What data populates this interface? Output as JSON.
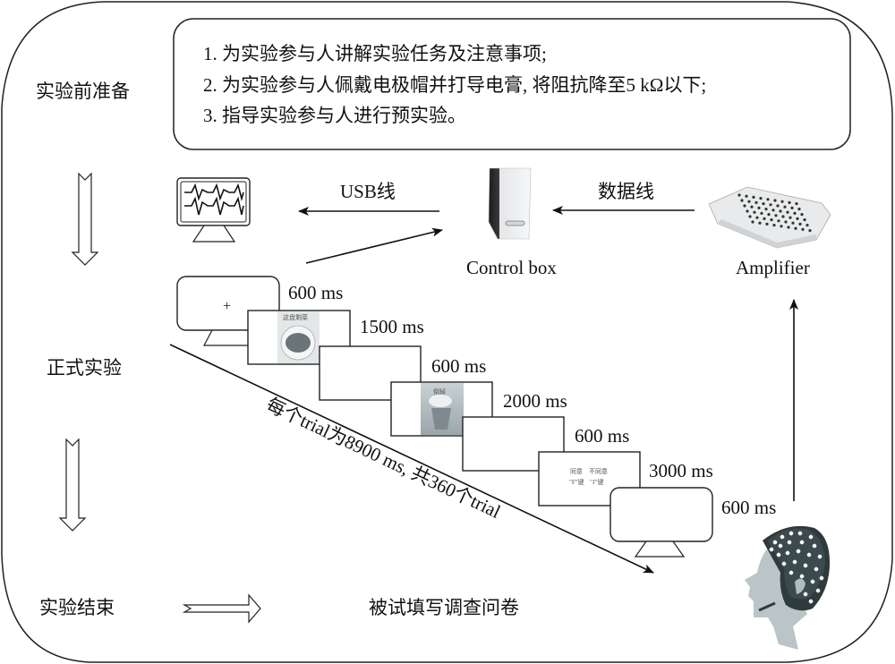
{
  "stages": {
    "prep": "实验前准备",
    "formal": "正式实验",
    "end": "实验结束"
  },
  "prep_steps": [
    "1. 为实验参与人讲解实验任务及注意事项;",
    "2. 为实验参与人佩戴电极帽并打导电膏, 将阻抗降至5 kΩ以下;",
    "3. 指导实验参与人进行预实验。"
  ],
  "devices": {
    "monitor": "monitor-icon",
    "control_box": "Control box",
    "amplifier": "Amplifier",
    "eeg_cap": "eeg-cap-head-icon"
  },
  "connections": {
    "usb": "USB线",
    "data": "数据线"
  },
  "trial_screens": [
    {
      "kind": "fixation",
      "content": "+",
      "duration": "600 ms"
    },
    {
      "kind": "image",
      "caption": "这盘剩菜",
      "duration": "1500 ms"
    },
    {
      "kind": "blank",
      "duration": "600 ms"
    },
    {
      "kind": "image",
      "caption": "倒掉",
      "duration": "2000 ms"
    },
    {
      "kind": "blank",
      "duration": "600 ms"
    },
    {
      "kind": "response",
      "options": [
        "同意",
        "不同意"
      ],
      "keys": [
        "\"F\"键",
        "\"J\"键"
      ],
      "duration": "3000 ms"
    },
    {
      "kind": "blank-monitor",
      "duration": "600 ms"
    }
  ],
  "trial_note": "每个trial为8900 ms, 共360个trial",
  "end_task": "被试填写调查问卷"
}
